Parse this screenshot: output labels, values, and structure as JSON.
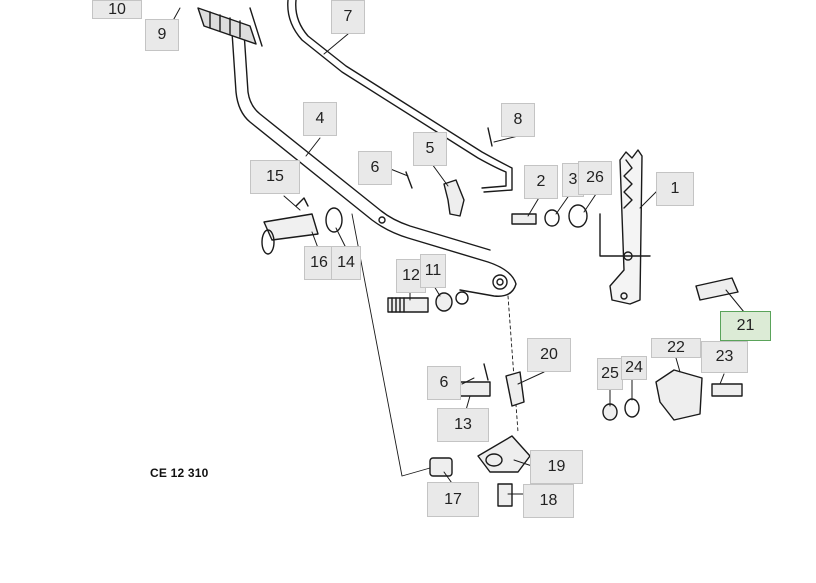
{
  "catalog_code": "CE 12 310",
  "callouts": {
    "c10": "10",
    "c9": "9",
    "c7": "7",
    "c4": "4",
    "c8": "8",
    "c6a": "6",
    "c5": "5",
    "c15": "15",
    "c2": "2",
    "c3": "3",
    "c26": "26",
    "c1": "1",
    "c16": "16",
    "c14": "14",
    "c12": "12",
    "c11": "11",
    "c21": "21",
    "c20": "20",
    "c22": "22",
    "c23": "23",
    "c6b": "6",
    "c25": "25",
    "c24": "24",
    "c13": "13",
    "c19": "19",
    "c18": "18",
    "c17": "17"
  },
  "colors": {
    "callout_fill": "#e9e9e9",
    "callout_border": "#c4c4c4",
    "highlight_fill": "#dcebd6",
    "highlight_border": "#5aa35a",
    "line": "#1a1a1a"
  }
}
